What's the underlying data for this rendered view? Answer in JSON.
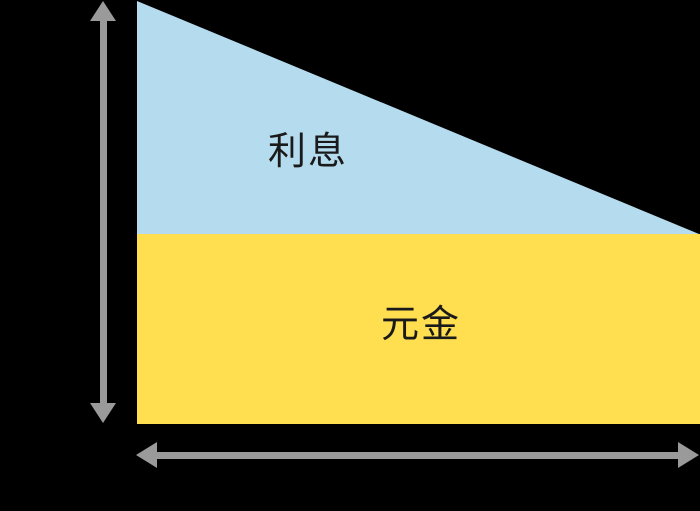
{
  "diagram": {
    "title_semantic": "loan-repayment-areas-diagram",
    "areas": {
      "interest": {
        "label": "利息"
      },
      "principal": {
        "label": "元金"
      }
    },
    "arrows": {
      "vertical": "double-headed-vertical-arrow",
      "horizontal": "double-headed-horizontal-arrow"
    },
    "colors": {
      "background": "#000000",
      "interest_fill": "#B5DBEE",
      "principal_fill": "#FFDF50",
      "arrow": "#9A9A9A",
      "label_text": "#1A1A1A"
    }
  },
  "chart_data": {
    "type": "area",
    "title": "",
    "series": [
      {
        "name": "元金",
        "shape": "constant-band",
        "y_start": 0.45,
        "y_end": 0.45
      },
      {
        "name": "利息",
        "shape": "decreasing-wedge",
        "y_start": 1.0,
        "y_end": 0.45
      }
    ],
    "x_range_relative": [
      0,
      1
    ],
    "y_range_relative": [
      0,
      1
    ],
    "legend_position": "in-area-labels",
    "grid": false
  }
}
